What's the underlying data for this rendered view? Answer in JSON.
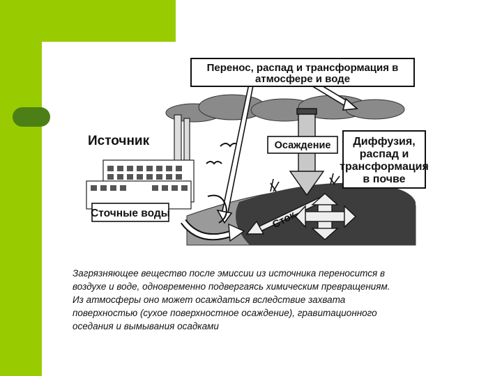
{
  "slide": {
    "colors": {
      "accent_green": "#99cc00",
      "tab_green": "#4d7f17"
    },
    "caption_lines": [
      "Загрязняющее вещество после эмиссии из источника переносится в",
      "воздухе и воде, одновременно подвергаясь химическим превращениям.",
      "Из атмосферы оно может осаждаться вследствие захвата",
      "поверхностью (сухое поверхностное осаждение), гравитационного",
      "оседания и вымывания осадками"
    ]
  },
  "diagram": {
    "transport_box": [
      "Перенос, распад и трансформация в",
      "атмосфере и воде"
    ],
    "source_label": "Источник",
    "deposition_label": "Осаждение",
    "diffusion_box": [
      "Диффузия,",
      "распад и",
      "трансформация",
      "в почве"
    ],
    "wastewater_label": "Сточные воды",
    "runoff_label": "Сток"
  }
}
